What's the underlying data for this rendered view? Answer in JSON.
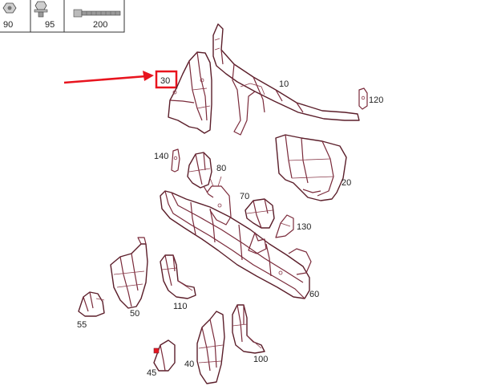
{
  "parts_table": {
    "cells": [
      {
        "number": "90"
      },
      {
        "number": "95"
      },
      {
        "number": "200"
      }
    ]
  },
  "callouts": {
    "p10": "10",
    "p20": "20",
    "p30": "30",
    "p40": "40",
    "p45": "45",
    "p50": "50",
    "p55": "55",
    "p60": "60",
    "p70": "70",
    "p80": "80",
    "p100": "100",
    "p110": "110",
    "p120": "120",
    "p130": "130",
    "p140": "140"
  },
  "colors": {
    "part_stroke": "#7a2a3a",
    "highlight": "#e8141e",
    "label": "#222222"
  }
}
